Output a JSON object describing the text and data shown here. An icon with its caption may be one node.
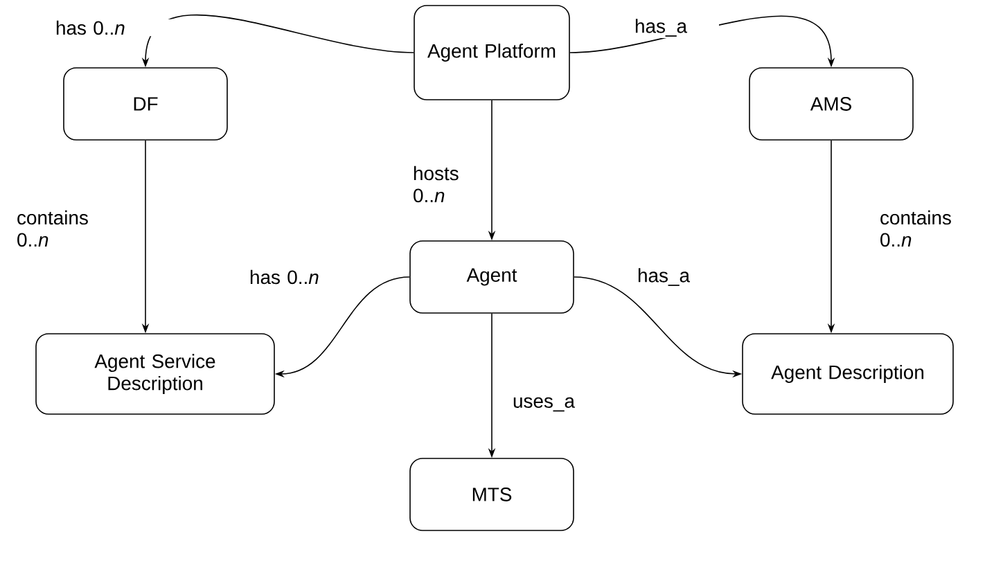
{
  "diagram": {
    "nodes": [
      {
        "text": [
          "Agent Platform"
        ]
      },
      {
        "text": [
          "DF"
        ]
      },
      {
        "text": [
          "AMS"
        ]
      },
      {
        "text": [
          "Agent"
        ]
      },
      {
        "text": [
          "Agent Service Description"
        ]
      },
      {
        "text": [
          "Agent Description"
        ]
      },
      {
        "text": [
          "MTS"
        ]
      }
    ],
    "edges": [
      {
        "from": 0,
        "to": 1,
        "arrow": "to",
        "label": "has 0..*n*"
      },
      {
        "from": 0,
        "to": 2,
        "arrow": "to",
        "label": "has_a"
      },
      {
        "from": 0,
        "to": 3,
        "arrow": "to",
        "label": "hosts 0..*n*"
      },
      {
        "from": 1,
        "to": 4,
        "arrow": "to",
        "label": "contains 0..*n*"
      },
      {
        "from": 2,
        "to": 5,
        "arrow": "to",
        "label": "contains 0..*n*"
      },
      {
        "from": 3,
        "to": 4,
        "arrow": "to",
        "label": "has 0..*n*"
      },
      {
        "from": 3,
        "to": 5,
        "arrow": "to",
        "label": "has_a"
      },
      {
        "from": 3,
        "to": 6,
        "arrow": "to",
        "label": "uses_a"
      }
    ]
  }
}
